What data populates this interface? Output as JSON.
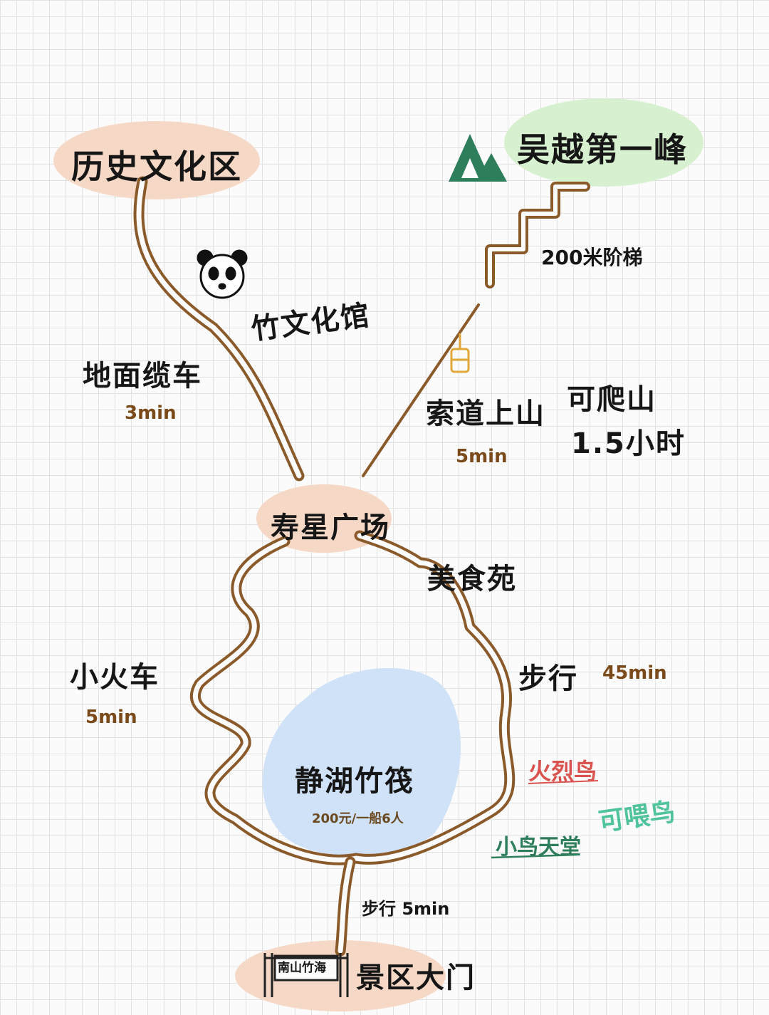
{
  "map": {
    "places": {
      "history": "历史文化区",
      "peak": "吴越第一峰",
      "culture_hall": "竹文化馆",
      "plaza": "寿星广场",
      "food": "美食苑",
      "lake": "静湖竹筏",
      "birds": "小鸟天堂",
      "gate": "景区大门",
      "gate_sign": "南山竹海"
    },
    "routes": {
      "ground_cable": "地面缆车",
      "ground_cable_time": "3min",
      "cable_car": "索道上山",
      "cable_car_time": "5min",
      "climb_line1": "可爬山",
      "climb_line2": "1.5小时",
      "stairs": "200米阶梯",
      "train": "小火车",
      "train_time": "5min",
      "walk": "步行",
      "walk_time": "45min",
      "gate_walk": "步行 5min"
    },
    "notes": {
      "raft_price": "200元/一船6人",
      "fire_bird": "火烈鸟",
      "feed_birds": "可喂鸟"
    },
    "colors": {
      "path": "#8b5a2b",
      "highlight_orange": "#f6d8c6",
      "highlight_green": "#d7f0cf",
      "lake": "#cfe2f8",
      "mountain": "#2e7d5b",
      "fire_bird": "#d9534f",
      "feed_birds": "#4fc39a",
      "birds_underline": "#2e7d5b"
    },
    "icons": [
      "panda-icon",
      "mountain-icon",
      "cable-car-icon",
      "stairs-icon",
      "gate-icon"
    ]
  }
}
